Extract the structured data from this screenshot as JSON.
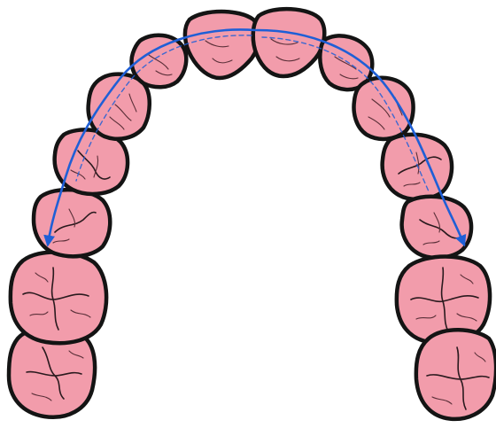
{
  "diagram": {
    "subject": "maxillary-dental-arch-occlusal-view",
    "colors": {
      "tooth_fill": "#f29cab",
      "tooth_outline": "#141414",
      "arrow": "#1f5fd6",
      "background": "#ffffff"
    },
    "teeth": [
      {
        "id": "central-incisor-right",
        "type": "incisor"
      },
      {
        "id": "central-incisor-left",
        "type": "incisor"
      },
      {
        "id": "lateral-incisor-right",
        "type": "incisor"
      },
      {
        "id": "lateral-incisor-left",
        "type": "incisor"
      },
      {
        "id": "canine-right",
        "type": "canine"
      },
      {
        "id": "canine-left",
        "type": "canine"
      },
      {
        "id": "first-premolar-right",
        "type": "premolar"
      },
      {
        "id": "first-premolar-left",
        "type": "premolar"
      },
      {
        "id": "second-premolar-right",
        "type": "premolar"
      },
      {
        "id": "second-premolar-left",
        "type": "premolar"
      },
      {
        "id": "first-molar-right",
        "type": "molar"
      },
      {
        "id": "first-molar-left",
        "type": "molar"
      },
      {
        "id": "second-molar-right",
        "type": "molar"
      },
      {
        "id": "second-molar-left",
        "type": "molar"
      }
    ],
    "arrows": [
      {
        "id": "arch-arrow-left",
        "direction": "distal"
      },
      {
        "id": "arch-arrow-right",
        "direction": "distal"
      }
    ]
  }
}
